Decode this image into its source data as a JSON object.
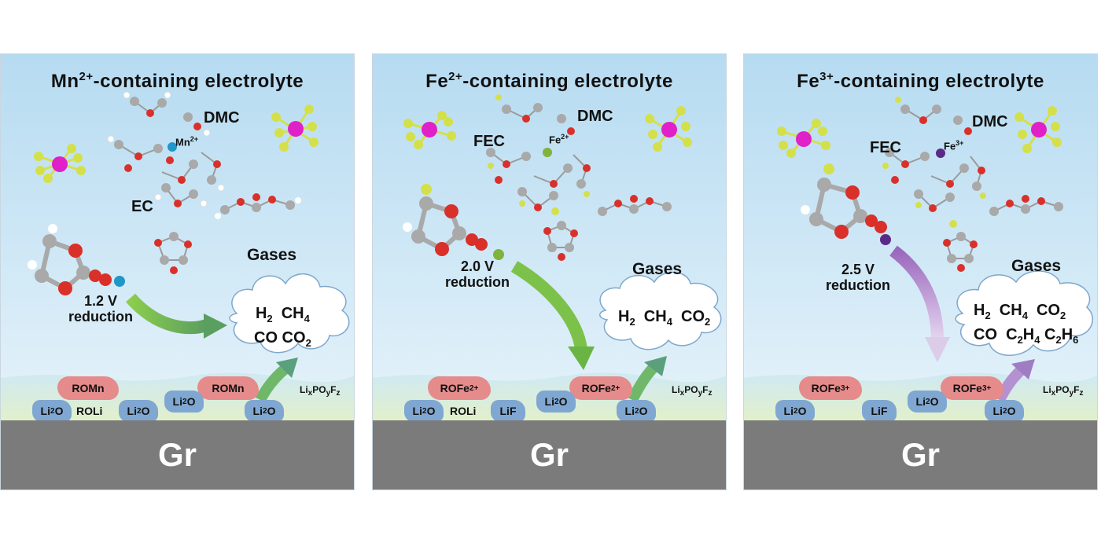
{
  "panels": [
    {
      "title_pre": "Mn",
      "title_sup": "2+",
      "title_post": "-containing  electrolyte",
      "molecules": {
        "dmc": "DMC",
        "ec": "EC",
        "fec": ""
      },
      "ion": {
        "symbol": "Mn",
        "charge": "2+",
        "color": "#1f97c9"
      },
      "voltage": "1.2 V",
      "reduction": "reduction",
      "gases_label": "Gases",
      "cloud_line1": [
        "H",
        "2",
        "  CH",
        "4"
      ],
      "cloud_line2": [
        "CO CO",
        "2"
      ],
      "sei_red": "ROMn",
      "sei_red_charge": "",
      "sei_roli": "ROLi",
      "sei_lio": "Li",
      "sei_lio_sub": "2",
      "sei_lio_o": "O",
      "lixpoyfz": "Li",
      "substrate": "Gr"
    },
    {
      "title_pre": "Fe",
      "title_sup": "2+",
      "title_post": "-containing  electrolyte",
      "molecules": {
        "dmc": "DMC",
        "ec": "",
        "fec": "FEC"
      },
      "ion": {
        "symbol": "Fe",
        "charge": "2+",
        "color": "#7fb33c"
      },
      "voltage": "2.0 V",
      "reduction": "reduction",
      "gases_label": "Gases",
      "substrate": "Gr"
    },
    {
      "title_pre": "Fe",
      "title_sup": "3+",
      "title_post": "-containing  electrolyte",
      "molecules": {
        "dmc": "DMC",
        "ec": "",
        "fec": "FEC"
      },
      "ion": {
        "symbol": "Fe",
        "charge": "3+",
        "color": "#5b2a86"
      },
      "voltage": "2.5 V",
      "reduction": "reduction",
      "gases_label": "Gases",
      "substrate": "Gr"
    }
  ],
  "sei": {
    "rofe2": "ROFe",
    "rofe2_charge": "2+",
    "rofe3": "ROFe",
    "rofe3_charge": "3+",
    "roli": "ROLi",
    "lif": "LiF",
    "li2o_li": "Li",
    "li2o_sub": "2",
    "li2o_o": "O",
    "lixpoyfz": [
      "Li",
      "x",
      "PO",
      "y",
      "F",
      "z"
    ]
  },
  "gas_text": {
    "p2_line1": [
      "H",
      "2",
      "  CH",
      "4",
      "  CO",
      "2"
    ],
    "p3_line1": [
      "H",
      "2",
      "  CH",
      "4",
      "  CO",
      "2"
    ],
    "p3_line2": [
      "CO  C",
      "2",
      "H",
      "4",
      " C",
      "2",
      "H",
      "6"
    ]
  },
  "colors": {
    "electrolyte_top": "#b9dcf2",
    "electrolyte_bottom": "#eef7fc",
    "sei_layer": "#d9ecc9",
    "graphite": "#7b7b7b",
    "arrow_green": "#7cc24a",
    "arrow_purple": "#a97cc8"
  }
}
